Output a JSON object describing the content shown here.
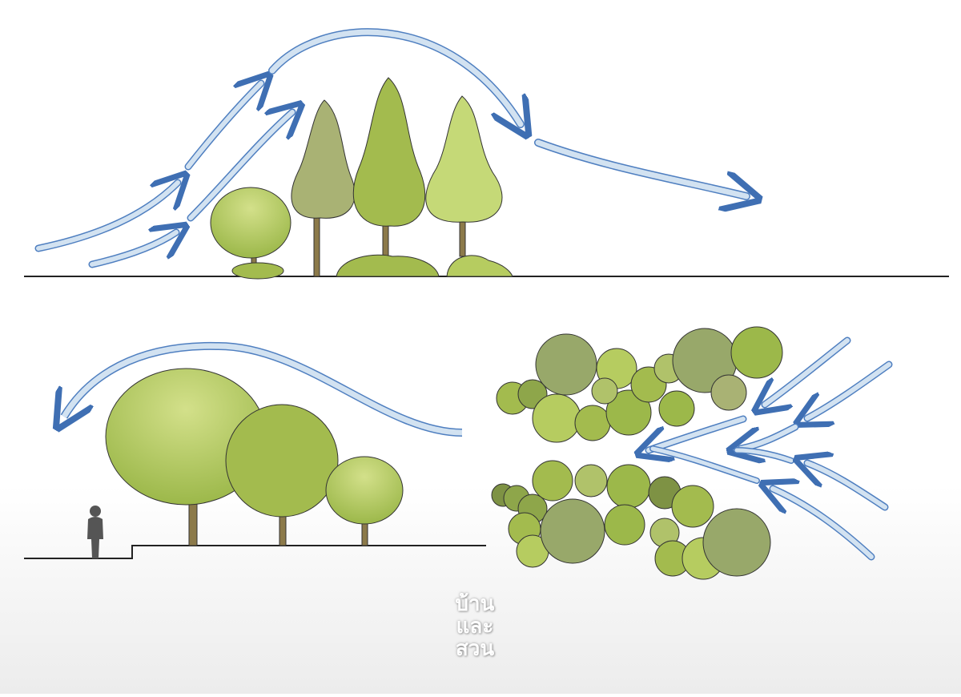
{
  "logo": {
    "lines": [
      "บ้าน",
      "และ",
      "สวน"
    ]
  },
  "colors": {
    "arrow_fill": "#c9dcee",
    "arrow_stroke": "#4f7fc0",
    "tree_dark": "#a9b274",
    "tree_mid": "#a3bb4e",
    "tree_light": "#c5d977",
    "trunk": "#8c7a4a",
    "ground": "#222222",
    "person": "#555555"
  }
}
